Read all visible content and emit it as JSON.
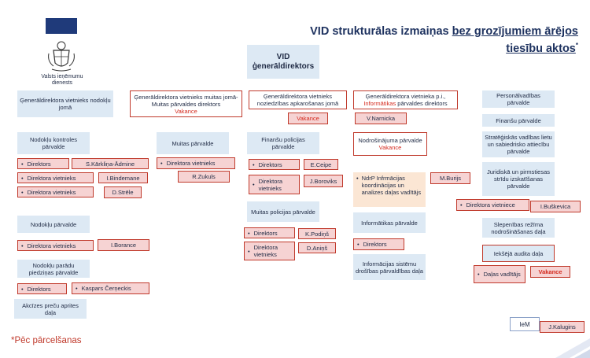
{
  "header": {
    "org_name": "Valsts ieņēmumu dienests",
    "title_line1_plain": "VID strukturālas izmaiņas ",
    "title_line1_underlined": "bez grozījumiem ārējos",
    "title_line2_underlined": "tiesību aktos",
    "title_asterisk": "*"
  },
  "colors": {
    "box_blue": "#dde9f4",
    "box_pink": "#f6d3d3",
    "red_accent": "#d42a1e",
    "title": "#1f3360"
  },
  "top": {
    "director_general": "VID ģenerāldirektors"
  },
  "col1": {
    "deputy": "Ģenerāldirektora vietnieks nodokļu jomā",
    "tax_control": "Nodokļu kontroles pārvalde",
    "director": "Direktors",
    "director_name": "S.Kārkliņa-Ādmine",
    "deputy_dir_1": "Direktora vietnieks",
    "deputy_name_1": "I.Bindemane",
    "deputy_dir_2": "Direktora vietnieks",
    "deputy_name_2": "D.Strēle",
    "tax_dept": "Nodokļu pārvalde",
    "tax_dept_deputy": "Direktora vietnieks",
    "tax_dept_deputy_name": "I.Borance",
    "debt_dept": "Nodokļu parādu piedziņas pārvalde",
    "debt_director": "Direktors",
    "debt_director_name": "Kaspars Čerņeckis",
    "excise": "Akcīzes preču aprites daļa"
  },
  "col2": {
    "deputy": "Ģenerāldirektora vietnieks muitas jomā-Muitas pārvaldes direktors",
    "vacancy": "Vakance",
    "customs": "Muitas pārvalde",
    "deputy_dir": "Direktora vietnieks",
    "deputy_name": "R.Zukuls"
  },
  "col3": {
    "deputy": "Ģenerāldirektora vietnieks noziedzības apkarošanas jomā",
    "vacancy": "Vakance",
    "fin_police": "Finanšu policijas pārvalde",
    "director": "Direktors",
    "director_name": "E.Ceipe",
    "deputy_dir": "Direktora vietnieks",
    "deputy_name": "J.Boroviks",
    "customs_police": "Muitas policijas pārvalde",
    "cp_director": "Direktors",
    "cp_director_name": "K.Podiņš",
    "cp_deputy_dir": "Direktora vietnieks",
    "cp_deputy_name": "D.Aniņš"
  },
  "col4": {
    "deputy_part1": "Ģenerāldirektora vietnieka p.i.,",
    "deputy_part2_red": "Informātikas",
    "deputy_part3": " pārvaldes direktors",
    "deputy_name": "V.Narnicka",
    "security": "Nodrošinājuma pārvalde",
    "security_vacancy": "Vakance",
    "ndrp": "NdrP Infrmācijas koordinācijas un analizes daļas vadītājs",
    "ndrp_name": "M.Burijs",
    "informatics": "Informātikas pārvalde",
    "inf_director": "Direktors",
    "infosec": "Informācijas sistēmu drošības pārvaldības daļa"
  },
  "col5": {
    "personnel": "Personālvadības pārvalde",
    "finance": "Finanšu pārvalde",
    "strategy": "Stratēģiskās vadības lietu un sabiedrisko attiecību pārvalde",
    "legal": "Juridiskā un pirmstiesas strīdu izskatīšanas pārvalde",
    "legal_deputy": "Direktora vietniece",
    "legal_deputy_name": "I.Buškevica",
    "secrecy": "Slepenības režīma nodrošināšanas daļa",
    "audit": "Iekšējā audita daļa",
    "audit_head": "Daļas vadītājs",
    "audit_vacancy": "Vakance",
    "iem": "IeM",
    "iem_name": "J.Kalugins"
  },
  "footer": {
    "note": "*Pēc pārcelšanas"
  }
}
